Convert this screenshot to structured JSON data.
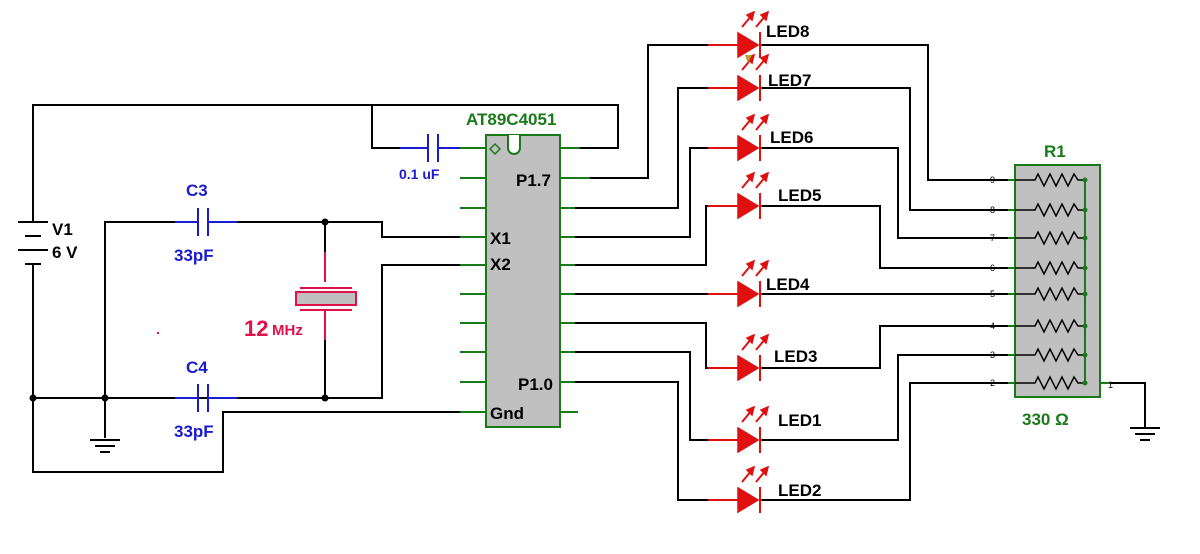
{
  "mcu": {
    "name": "AT89C4051",
    "pin_p17": "P1.7",
    "pin_x1": "X1",
    "pin_x2": "X2",
    "pin_p10": "P1.0",
    "pin_gnd": "Gnd"
  },
  "battery": {
    "name": "V1",
    "voltage": "6 V"
  },
  "decoupling_cap": {
    "value": "0.1 uF"
  },
  "c3": {
    "name": "C3",
    "value": "33pF"
  },
  "c4": {
    "name": "C4",
    "value": "33pF"
  },
  "crystal": {
    "value_num": "12",
    "value_unit": "MHz"
  },
  "resistor_network": {
    "name": "R1",
    "value": "330 Ω",
    "left_pins": [
      "9",
      "8",
      "7",
      "6",
      "5",
      "4",
      "3",
      "2"
    ],
    "common_pin": "1"
  },
  "leds": [
    "LED8",
    "LED7",
    "LED6",
    "LED5",
    "LED4",
    "LED3",
    "LED1",
    "LED2"
  ],
  "colors": {
    "wire": "#000000",
    "component_green": "#1a7a1a",
    "capacitor_blue": "#1a1ad0",
    "crystal_pink": "#e0104a",
    "led_red": "#e01010",
    "chip_fill": "#c0c0c0"
  }
}
